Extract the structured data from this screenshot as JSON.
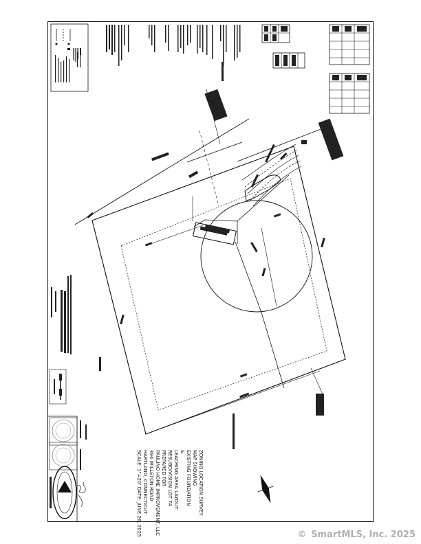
{
  "drawing": {
    "title_block": {
      "lines": [
        "ZONING LOCATION SURVEY",
        "MAP SHOWING",
        "EXISTING FOUNDATION",
        "&",
        "LEACHING AREA LAYOUT",
        "RESUBDIVISION LOT 7A",
        "PREPARED FOR",
        "PAULINO HOME IMPROVEMENT, LLC",
        "494 WILLETON ROAD",
        "HARTLAND, CONNECTICUT",
        "SCALE: 1\"=20'   DATE: JUNE 26, 2025"
      ]
    }
  },
  "watermark": {
    "icon": "copyright-icon",
    "icon_glyph": "©",
    "text": "SmartMLS, Inc.  2025"
  },
  "colors": {
    "ink": "#111111",
    "watermark": "#b0b0b0"
  }
}
